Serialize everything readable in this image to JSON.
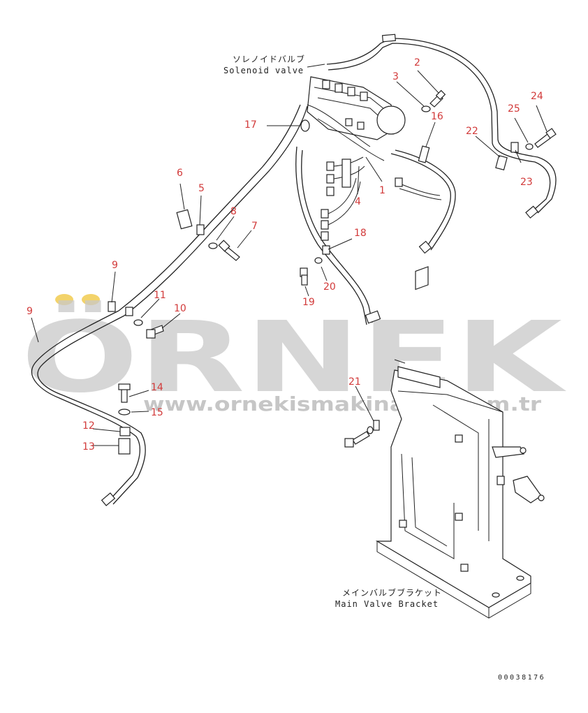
{
  "labels": {
    "solenoid_jp": "ソレノイドバルブ",
    "solenoid_en": "Solenoid valve",
    "bracket_jp": "メインバルブブラケット",
    "bracket_en": "Main Valve Bracket",
    "drawing_code": "00038176"
  },
  "watermark": {
    "brand": "ÖRNEK",
    "url": "www.ornekismakinalari.com.tr",
    "dot_color": "#f3d36a"
  },
  "part_numbers": [
    "1",
    "2",
    "3",
    "4",
    "5",
    "6",
    "7",
    "8",
    "9",
    "9",
    "10",
    "11",
    "12",
    "13",
    "14",
    "15",
    "16",
    "17",
    "18",
    "19",
    "20",
    "21",
    "22",
    "23",
    "24",
    "25"
  ],
  "colors": {
    "callout": "#d23a3a",
    "line": "#222222"
  }
}
